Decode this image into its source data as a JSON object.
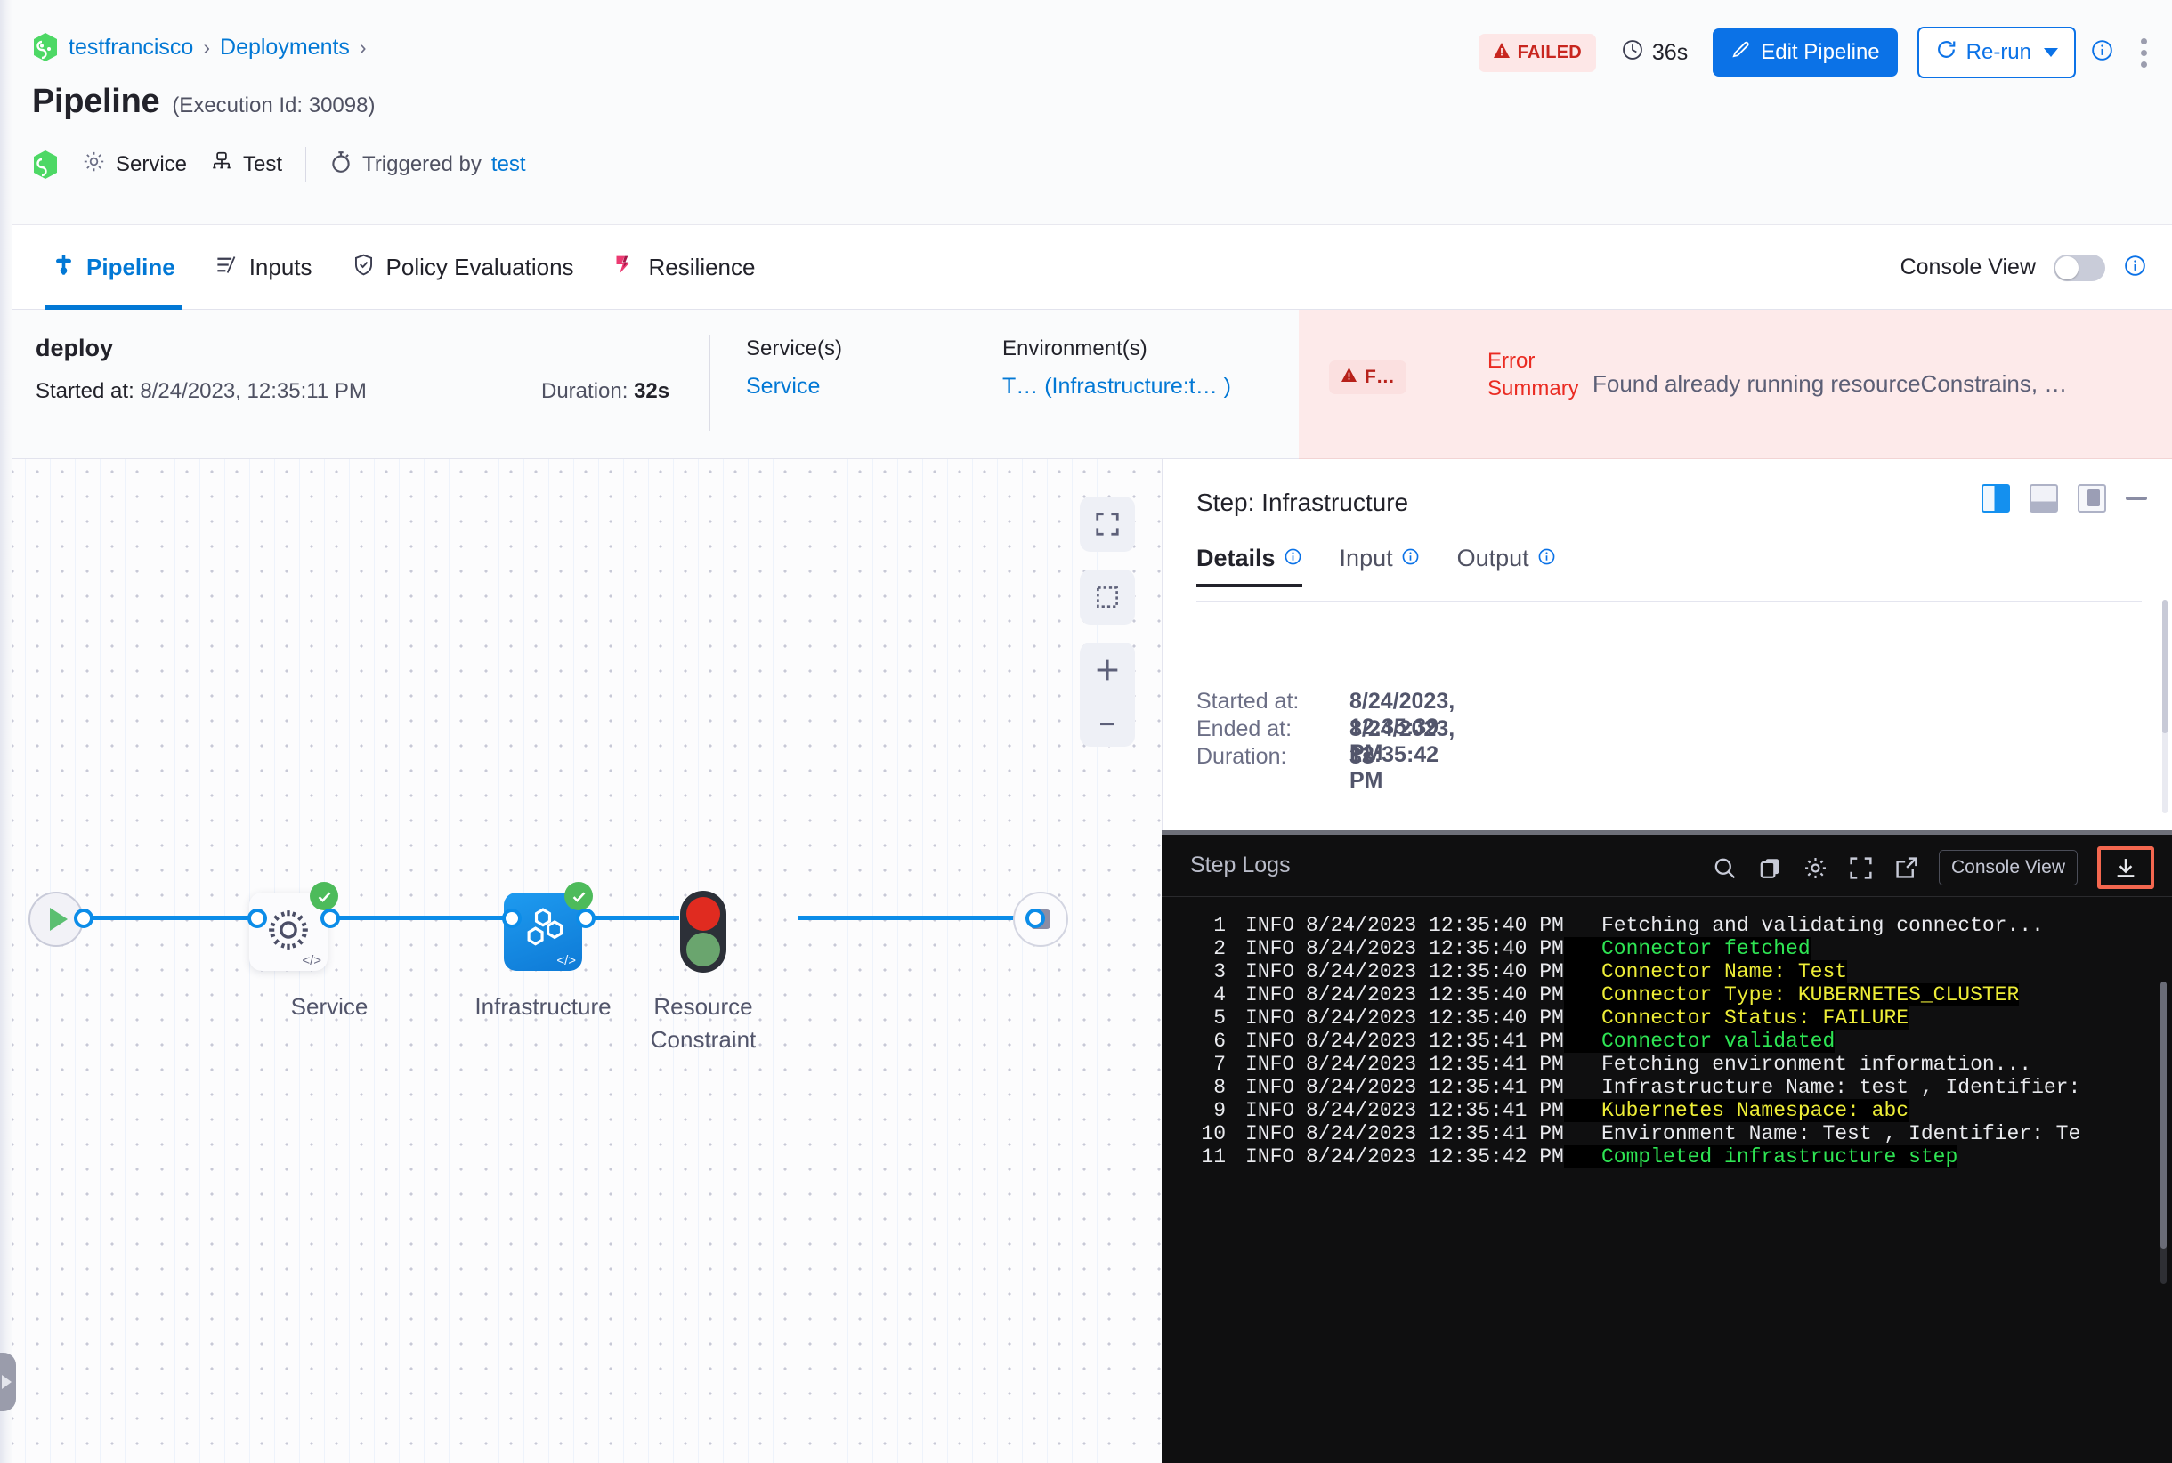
{
  "breadcrumb": {
    "project": "testfrancisco",
    "section": "Deployments",
    "sep": "›"
  },
  "header": {
    "title": "Pipeline",
    "execution_id": "(Execution Id: 30098)",
    "status_badge": "FAILED",
    "duration": "36s",
    "edit_button": "Edit Pipeline",
    "rerun_button": "Re-run"
  },
  "meta": {
    "service_label": "Service",
    "env_label": "Test",
    "triggered_prefix": "Triggered by",
    "triggered_by": "test"
  },
  "tabs": [
    {
      "label": "Pipeline",
      "active": true
    },
    {
      "label": "Inputs",
      "active": false
    },
    {
      "label": "Policy Evaluations",
      "active": false
    },
    {
      "label": "Resilience",
      "active": false
    }
  ],
  "console_view": {
    "label": "Console View",
    "enabled": false
  },
  "stage": {
    "name": "deploy",
    "started_label": "Started at:",
    "started_value": "8/24/2023, 12:35:11 PM",
    "duration_label": "Duration:",
    "duration_value": "32s",
    "services_header": "Service(s)",
    "services_value": "Service",
    "environments_header": "Environment(s)",
    "environments_value": "T… (Infrastructure:t… )"
  },
  "error": {
    "chip": "F…",
    "summary_label_line1": "Error",
    "summary_label_line2": "Summary",
    "summary_text": "Found already running resourceConstrains, …"
  },
  "graph": {
    "nodes": [
      {
        "name": "Service",
        "status": "success",
        "type": "gear"
      },
      {
        "name": "Infrastructure",
        "status": "success",
        "type": "hexagons",
        "selected": true
      },
      {
        "name": "Resource Constraint",
        "name_line1": "Resource",
        "name_line2": "Constraint",
        "status": "none",
        "type": "traffic-light"
      }
    ]
  },
  "step_panel": {
    "title": "Step: Infrastructure",
    "tabs": [
      {
        "label": "Details",
        "active": true
      },
      {
        "label": "Input",
        "active": false
      },
      {
        "label": "Output",
        "active": false
      }
    ],
    "fields": [
      {
        "key": "Started at:",
        "value": "8/24/2023, 12:35:39 PM"
      },
      {
        "key": "Ended at:",
        "value": "8/24/2023, 12:35:42 PM"
      },
      {
        "key": "Duration:",
        "value": "3s"
      }
    ]
  },
  "logs": {
    "title": "Step Logs",
    "console_pill": "Console View",
    "lines": [
      {
        "n": "1",
        "level": "INFO",
        "ts": "8/24/2023 12:35:40 PM",
        "msg": "Fetching and validating connector...",
        "color": "white"
      },
      {
        "n": "2",
        "level": "INFO",
        "ts": "8/24/2023 12:35:40 PM",
        "msg": "Connector fetched",
        "color": "green"
      },
      {
        "n": "3",
        "level": "INFO",
        "ts": "8/24/2023 12:35:40 PM",
        "msg": "Connector Name: Test",
        "color": "yellow"
      },
      {
        "n": "4",
        "level": "INFO",
        "ts": "8/24/2023 12:35:40 PM",
        "msg": "Connector Type: KUBERNETES_CLUSTER",
        "color": "yellow"
      },
      {
        "n": "5",
        "level": "INFO",
        "ts": "8/24/2023 12:35:40 PM",
        "msg": "Connector Status: FAILURE",
        "color": "yellow"
      },
      {
        "n": "6",
        "level": "INFO",
        "ts": "8/24/2023 12:35:41 PM",
        "msg": "Connector validated",
        "color": "green"
      },
      {
        "n": "7",
        "level": "INFO",
        "ts": "8/24/2023 12:35:41 PM",
        "msg": "Fetching environment information...",
        "color": "white"
      },
      {
        "n": "8",
        "level": "INFO",
        "ts": "8/24/2023 12:35:41 PM",
        "msg": "Infrastructure Name: test , Identifier:",
        "color": "white"
      },
      {
        "n": "9",
        "level": "INFO",
        "ts": "8/24/2023 12:35:41 PM",
        "msg": "Kubernetes Namespace: abc",
        "color": "yellow"
      },
      {
        "n": "10",
        "level": "INFO",
        "ts": "8/24/2023 12:35:41 PM",
        "msg": "Environment Name: Test , Identifier: Te",
        "color": "white"
      },
      {
        "n": "11",
        "level": "INFO",
        "ts": "8/24/2023 12:35:42 PM",
        "msg": "Completed infrastructure step",
        "color": "green"
      }
    ]
  },
  "colors": {
    "accent_blue": "#0278d5",
    "primary_button": "#0b72e7",
    "failed_red": "#c8261f",
    "success_green": "#4dbb5b",
    "error_bg": "#fdeaea"
  }
}
